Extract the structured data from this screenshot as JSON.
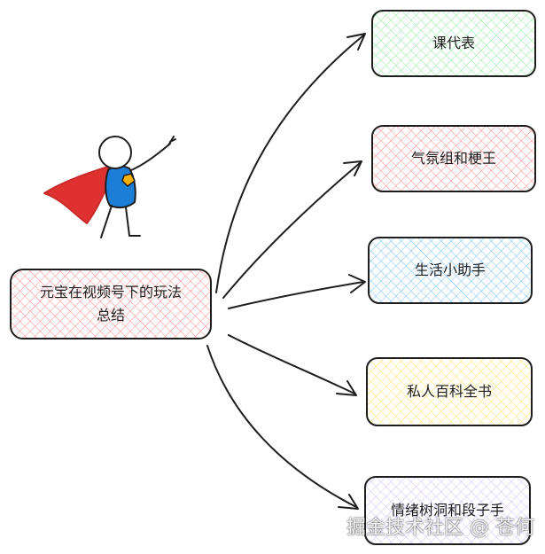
{
  "root": {
    "label": "元宝在视频号下的玩法总结",
    "line1": "元宝在视频号下的玩法",
    "line2": "总结"
  },
  "branches": [
    {
      "label": "课代表",
      "fill": "#b2f2bb",
      "stroke": "#2f9e44"
    },
    {
      "label": "气氛组和梗王",
      "fill": "#ffc9c9",
      "stroke": "#e03131"
    },
    {
      "label": "生活小助手",
      "fill": "#a5d8ff",
      "stroke": "#1971c2"
    },
    {
      "label": "私人百科全书",
      "fill": "#ffec99",
      "stroke": "#f08c00"
    },
    {
      "label": "情绪树洞和段子手",
      "fill": "#e5dbff",
      "stroke": "#6741d9"
    }
  ],
  "watermark": "掘金技术社区 @ 苍何",
  "colors": {
    "cape": "#e03131",
    "suit": "#1c7ed6",
    "badge": "#fab005",
    "root_fill": "#ffc9c9",
    "root_stroke": "#c92a2a"
  }
}
